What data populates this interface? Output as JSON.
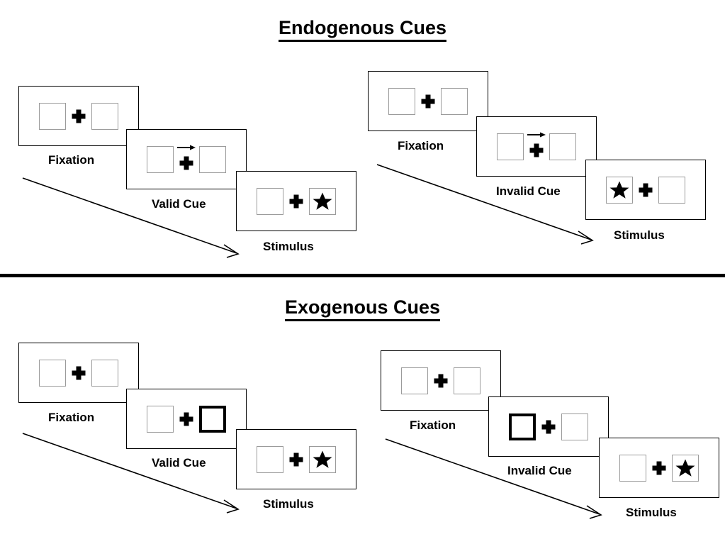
{
  "figure": {
    "sections": [
      {
        "id": "endogenous",
        "title": "Endogenous Cues",
        "panels": [
          {
            "id": "endogenous-valid",
            "cue_validity": "valid",
            "cards": [
              {
                "stage_label": "Fixation",
                "left_box": {
                  "cued": false,
                  "content": "empty"
                },
                "center": {
                  "cross": true,
                  "arrow": "none"
                },
                "right_box": {
                  "cued": false,
                  "content": "empty"
                }
              },
              {
                "stage_label": "Valid Cue",
                "left_box": {
                  "cued": false,
                  "content": "empty"
                },
                "center": {
                  "cross": true,
                  "arrow": "right"
                },
                "right_box": {
                  "cued": false,
                  "content": "empty"
                }
              },
              {
                "stage_label": "Stimulus",
                "left_box": {
                  "cued": false,
                  "content": "empty"
                },
                "center": {
                  "cross": true,
                  "arrow": "none"
                },
                "right_box": {
                  "cued": false,
                  "content": "star"
                }
              }
            ]
          },
          {
            "id": "endogenous-invalid",
            "cue_validity": "invalid",
            "cards": [
              {
                "stage_label": "Fixation",
                "left_box": {
                  "cued": false,
                  "content": "empty"
                },
                "center": {
                  "cross": true,
                  "arrow": "none"
                },
                "right_box": {
                  "cued": false,
                  "content": "empty"
                }
              },
              {
                "stage_label": "Invalid Cue",
                "left_box": {
                  "cued": false,
                  "content": "empty"
                },
                "center": {
                  "cross": true,
                  "arrow": "right"
                },
                "right_box": {
                  "cued": false,
                  "content": "empty"
                }
              },
              {
                "stage_label": "Stimulus",
                "left_box": {
                  "cued": false,
                  "content": "star"
                },
                "center": {
                  "cross": true,
                  "arrow": "none"
                },
                "right_box": {
                  "cued": false,
                  "content": "empty"
                }
              }
            ]
          }
        ]
      },
      {
        "id": "exogenous",
        "title": "Exogenous Cues",
        "panels": [
          {
            "id": "exogenous-valid",
            "cue_validity": "valid",
            "cards": [
              {
                "stage_label": "Fixation",
                "left_box": {
                  "cued": false,
                  "content": "empty"
                },
                "center": {
                  "cross": true,
                  "arrow": "none"
                },
                "right_box": {
                  "cued": false,
                  "content": "empty"
                }
              },
              {
                "stage_label": "Valid Cue",
                "left_box": {
                  "cued": false,
                  "content": "empty"
                },
                "center": {
                  "cross": true,
                  "arrow": "none"
                },
                "right_box": {
                  "cued": true,
                  "content": "empty"
                }
              },
              {
                "stage_label": "Stimulus",
                "left_box": {
                  "cued": false,
                  "content": "empty"
                },
                "center": {
                  "cross": true,
                  "arrow": "none"
                },
                "right_box": {
                  "cued": false,
                  "content": "star"
                }
              }
            ]
          },
          {
            "id": "exogenous-invalid",
            "cue_validity": "invalid",
            "cards": [
              {
                "stage_label": "Fixation",
                "left_box": {
                  "cued": false,
                  "content": "empty"
                },
                "center": {
                  "cross": true,
                  "arrow": "none"
                },
                "right_box": {
                  "cued": false,
                  "content": "empty"
                }
              },
              {
                "stage_label": "Invalid Cue",
                "left_box": {
                  "cued": true,
                  "content": "empty"
                },
                "center": {
                  "cross": true,
                  "arrow": "none"
                },
                "right_box": {
                  "cued": false,
                  "content": "empty"
                }
              },
              {
                "stage_label": "Stimulus",
                "left_box": {
                  "cued": false,
                  "content": "empty"
                },
                "center": {
                  "cross": true,
                  "arrow": "none"
                },
                "right_box": {
                  "cued": false,
                  "content": "star"
                }
              }
            ]
          }
        ]
      }
    ],
    "colors": {
      "card_border": "#000000",
      "box_border": "#9b9b9b",
      "cued_box_border": "#000000",
      "star_fill": "#000000",
      "cross_fill": "#000000",
      "divider": "#000000",
      "background": "#ffffff",
      "text": "#000000"
    }
  }
}
